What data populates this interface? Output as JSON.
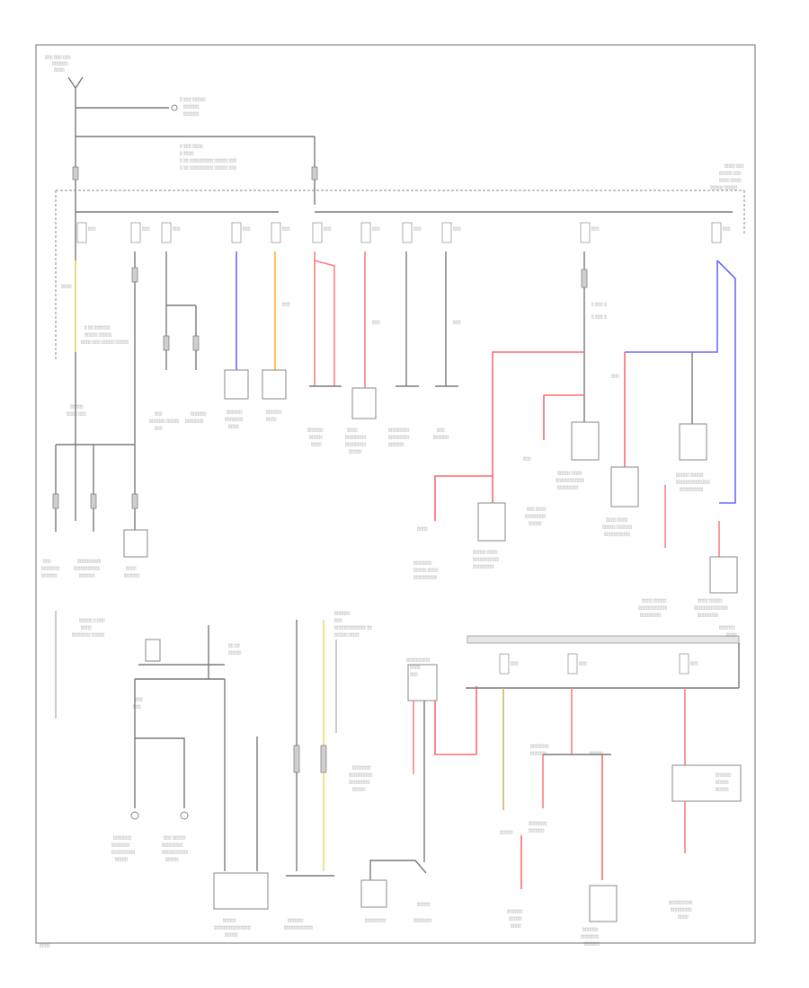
{
  "diagram": {
    "page_number": "",
    "colors": {
      "red": "#ff6b6b",
      "pink": "#ff8080",
      "blue": "#6b6bff",
      "orange": "#ffb040",
      "yellow": "#e8e070",
      "olive": "#c8b860",
      "wire": "#7a7a7a"
    },
    "components": [
      "battery-fuse-block",
      "horn",
      "fog-light-fuses",
      "trailer-module",
      "wiper-relay",
      "heated-seat-fuses",
      "instrument-cluster",
      "left-front-seat-module",
      "right-front-seat-module",
      "rear-seat-modules",
      "fuse-relay-box",
      "generator",
      "starter",
      "junction-block",
      "engine-control-module",
      "passenger-fuse-block"
    ]
  }
}
